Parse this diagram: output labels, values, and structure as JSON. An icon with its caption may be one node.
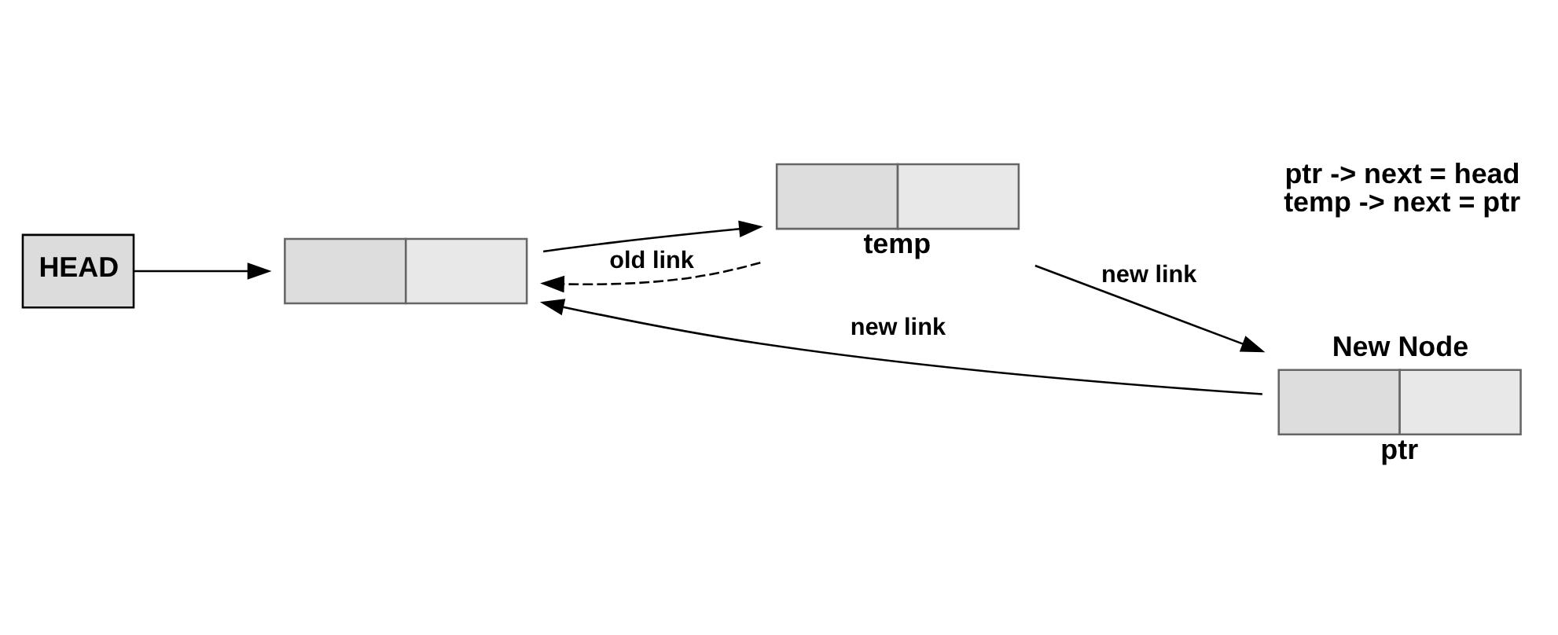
{
  "diagram": {
    "nodes": [
      {
        "text": [
          "HEAD"
        ]
      },
      {
        "text": [],
        "shape": "box"
      },
      {
        "text": [],
        "shape": "box",
        "beside": [
          "temp"
        ]
      },
      {
        "text": [
          "New Node"
        ],
        "beside": [
          "ptr"
        ]
      }
    ],
    "edges": [
      {
        "from": 0,
        "to": 1,
        "arrow": "to"
      },
      {
        "from": 1,
        "to": 2,
        "arrow": "to"
      },
      {
        "from": 2,
        "to": 3,
        "arrow": "to",
        "label": "new link"
      },
      {
        "from": 3,
        "to": 1,
        "arrow": "to",
        "label": "new link"
      },
      {
        "from": 2,
        "to": 1,
        "arrow": "to",
        "label": "old link",
        "style": "dashed"
      }
    ],
    "labels": [
      "ptr -> next = head",
      "temp -> next = ptr"
    ]
  }
}
